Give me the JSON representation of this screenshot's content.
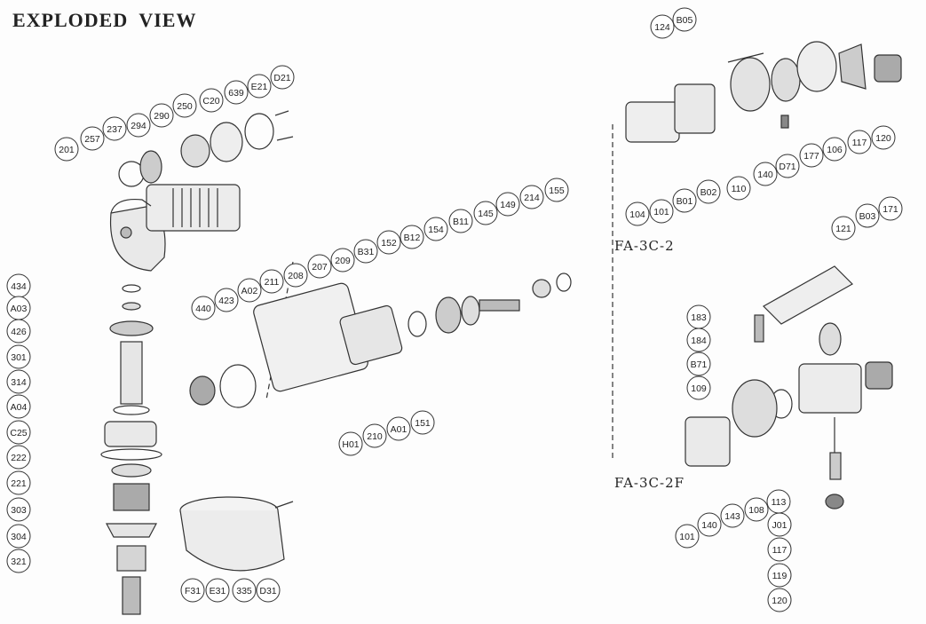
{
  "title": "EXPLODED VIEW",
  "models": [
    "FA-3C-2",
    "FA-3C-2F"
  ],
  "parts": [
    "201",
    "257",
    "237",
    "294",
    "290",
    "250",
    "C20",
    "639",
    "E21",
    "D21",
    "434",
    "A03",
    "426",
    "301",
    "314",
    "A04",
    "C25",
    "222",
    "221",
    "303",
    "304",
    "321",
    "440",
    "423",
    "A02",
    "211",
    "208",
    "207",
    "209",
    "B31",
    "152",
    "B12",
    "154",
    "B11",
    "145",
    "149",
    "214",
    "155",
    "H01",
    "210",
    "A01",
    "151",
    "F31",
    "E31",
    "335",
    "D31",
    "124",
    "B05",
    "104",
    "101",
    "B01",
    "B02",
    "110",
    "140",
    "D71",
    "177",
    "106",
    "117",
    "120",
    "121",
    "B03",
    "171",
    "183",
    "184",
    "B71",
    "109",
    "101",
    "140",
    "143",
    "108",
    "113",
    "J01",
    "117",
    "119",
    "120"
  ],
  "colors": {
    "line": "#333333",
    "shade": "#555555",
    "paper": "#fdfdfd"
  }
}
